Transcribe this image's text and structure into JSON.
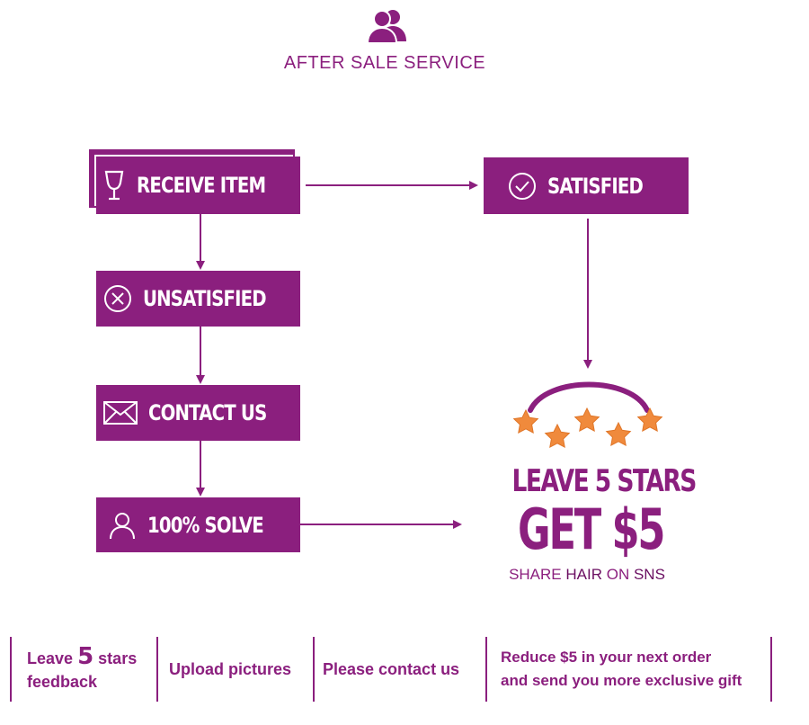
{
  "header": {
    "title": "AFTER SALE SERVICE",
    "icon": "users-icon"
  },
  "flow": {
    "receive": {
      "label": "RECEIVE ITEM",
      "icon": "wine-glass-icon"
    },
    "unsatisfied": {
      "label": "UNSATISFIED",
      "icon": "x-circle-icon"
    },
    "contact": {
      "label": "CONTACT US",
      "icon": "envelope-icon"
    },
    "solve": {
      "label": "100% SOLVE",
      "icon": "user-icon"
    },
    "satisfied": {
      "label": "SATISFIED",
      "icon": "check-circle-icon"
    }
  },
  "promo": {
    "stars": 5,
    "line1": "LEAVE 5 STARS",
    "line2": "GET $5",
    "share_1": "SHARE",
    "share_2": "HAIR",
    "share_3": "ON",
    "share_4": "SNS"
  },
  "steps": {
    "s1_a": "Leave",
    "s1_b": "5",
    "s1_c": "stars",
    "s1_d": "feedback",
    "s2": "Upload pictures",
    "s3": "Please contact us",
    "s4_a": "Reduce $5 in your next order",
    "s4_b": "and send you more exclusive gift"
  },
  "colors": {
    "brand": "#8b1f7e",
    "star": "#f08a3c",
    "background": "#ffffff"
  }
}
